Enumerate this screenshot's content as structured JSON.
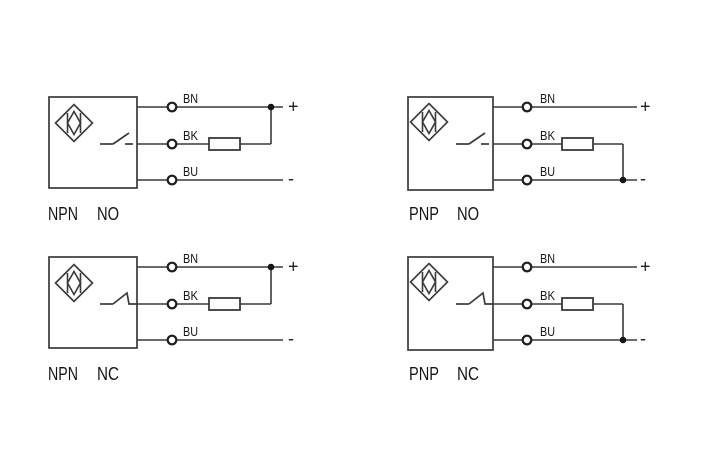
{
  "colors": {
    "background": "#ffffff",
    "line": "#3a3a3a",
    "terminal_stroke": "#1e1e1e",
    "terminal_fill": "#ffffff",
    "text": "#161616"
  },
  "diagrams": [
    {
      "polarity": "NPN",
      "contact": "NO",
      "wires": {
        "bn": "BN",
        "bk": "BK",
        "bu": "BU"
      },
      "plus": "+",
      "minus": "-"
    },
    {
      "polarity": "PNP",
      "contact": "NO",
      "wires": {
        "bn": "BN",
        "bk": "BK",
        "bu": "BU"
      },
      "plus": "+",
      "minus": "-"
    },
    {
      "polarity": "NPN",
      "contact": "NC",
      "wires": {
        "bn": "BN",
        "bk": "BK",
        "bu": "BU"
      },
      "plus": "+",
      "minus": "-"
    },
    {
      "polarity": "PNP",
      "contact": "NC",
      "wires": {
        "bn": "BN",
        "bk": "BK",
        "bu": "BU"
      },
      "plus": "+",
      "minus": "-"
    }
  ]
}
